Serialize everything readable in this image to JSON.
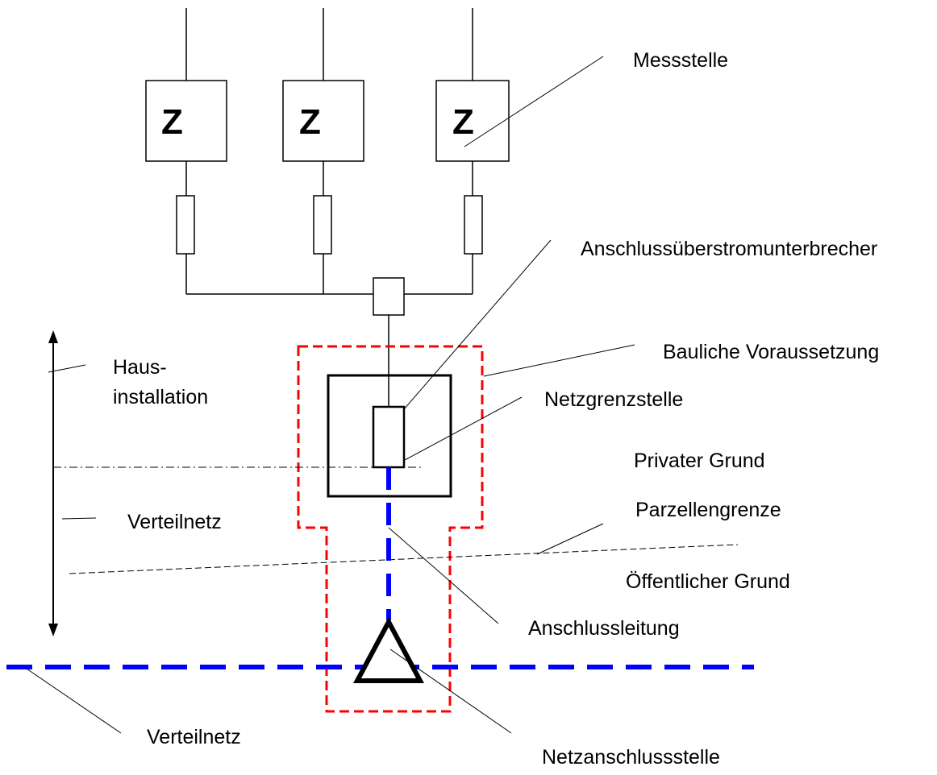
{
  "diagram": {
    "meters": [
      {
        "symbol": "Z"
      },
      {
        "symbol": "Z"
      },
      {
        "symbol": "Z"
      }
    ],
    "labels": {
      "messstelle": "Messstelle",
      "anschlussueberstromunterbrecher": "Anschlussüberstromunterbrecher",
      "bauliche_voraussetzung": "Bauliche Voraussetzung",
      "hausinstallation_line1": "Haus-",
      "hausinstallation_line2": "installation",
      "netzgrenzstelle": "Netzgrenzstelle",
      "privater_grund": "Privater Grund",
      "verteilnetz_left": "Verteilnetz",
      "parzellengrenze": "Parzellengrenze",
      "oeffentlicher_grund": "Öffentlicher Grund",
      "anschlussleitung": "Anschlussleitung",
      "verteilnetz_bottom": "Verteilnetz",
      "netzanschlussstelle": "Netzanschlussstelle"
    },
    "colors": {
      "line": "#000000",
      "distribution_line": "#0000ff",
      "boundary_dashed": "#ff0000"
    }
  }
}
